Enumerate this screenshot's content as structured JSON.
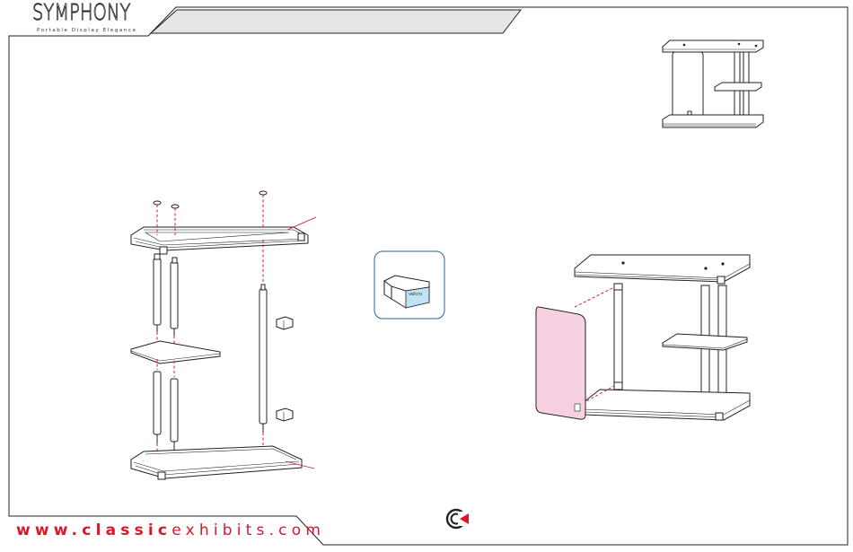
{
  "brand": {
    "logo_text": "SYMPHONY",
    "tagline": "Portable Display Elegance"
  },
  "footer": {
    "url_bold_1": "www.",
    "url_bold_2": "classic",
    "url_rest": "exhibits.com",
    "accent_color": "#d8172b"
  },
  "callout": {
    "label": "velcro"
  },
  "colors": {
    "line": "#222222",
    "dashed_guide": "#d8172b",
    "panel_fill": "#f6d1e1",
    "velcro_fill": "#bfe3f2",
    "callout_border": "#2b5f8e"
  },
  "icons": [
    "classic-exhibits-logo-icon"
  ]
}
